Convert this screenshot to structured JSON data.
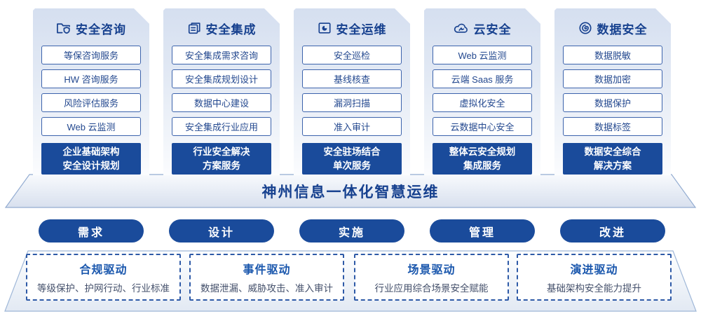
{
  "colors": {
    "primary_blue": "#1a4b9b",
    "header_text": "#17418f",
    "item_border": "#3c63ac",
    "item_text": "#23488f",
    "driver_title_blue": "#1a57ad",
    "driver_desc_gray": "#44506b",
    "card_bg_top": "#d5dff0",
    "card_bg_bottom": "#fbfcfe"
  },
  "columns": [
    {
      "title": "安全咨询",
      "icon": "folder-shield-icon",
      "items": [
        "等保咨询服务",
        "HW 咨询服务",
        "风险评估服务",
        "Web 云监测"
      ],
      "highlight": "企业基础架构\n安全设计规划"
    },
    {
      "title": "安全集成",
      "icon": "copy-docs-icon",
      "items": [
        "安全集成需求咨询",
        "安全集成规划设计",
        "数据中心建设",
        "安全集成行业应用"
      ],
      "highlight": "行业安全解决\n方案服务"
    },
    {
      "title": "安全运维",
      "icon": "pie-folder-icon",
      "items": [
        "安全巡检",
        "基线核查",
        "漏洞扫描",
        "准入审计"
      ],
      "highlight": "安全驻场结合\n单次服务"
    },
    {
      "title": "云安全",
      "icon": "cloud-icon",
      "items": [
        "Web 云监测",
        "云端 Saas 服务",
        "虚拟化安全",
        "云数据中心安全"
      ],
      "highlight": "整体云安全规划\n集成服务"
    },
    {
      "title": "数据安全",
      "icon": "data-spiral-icon",
      "items": [
        "数据脱敏",
        "数据加密",
        "数据保护",
        "数据标签"
      ],
      "highlight": "数据安全综合\n解决方案"
    }
  ],
  "banner": {
    "title": "神州信息一体化智慧运维"
  },
  "process_steps": [
    "需求",
    "设计",
    "实施",
    "管理",
    "改进"
  ],
  "drivers": [
    {
      "title": "合规驱动",
      "desc": "等级保护、护网行动、行业标准"
    },
    {
      "title": "事件驱动",
      "desc": "数据泄漏、威胁攻击、准入审计"
    },
    {
      "title": "场景驱动",
      "desc": "行业应用综合场景安全赋能"
    },
    {
      "title": "演进驱动",
      "desc": "基础架构安全能力提升"
    }
  ]
}
